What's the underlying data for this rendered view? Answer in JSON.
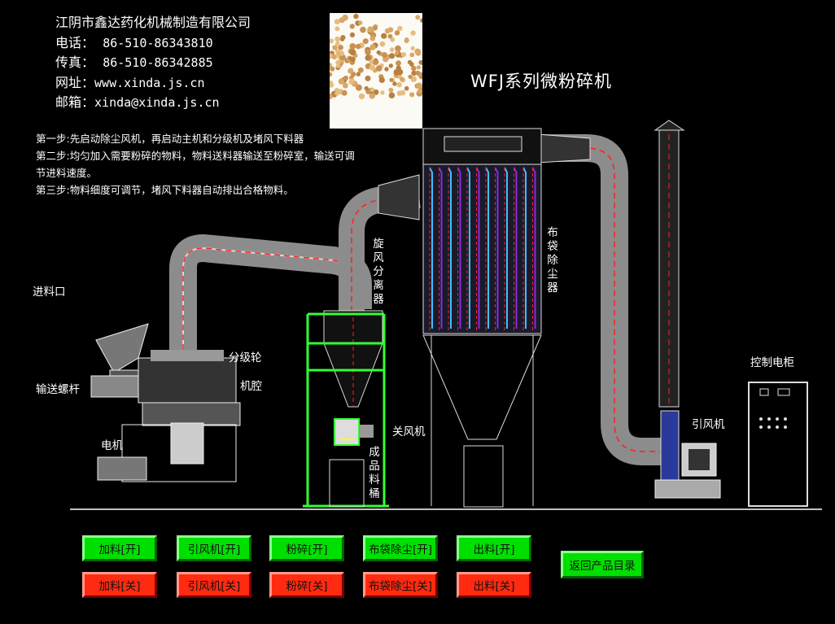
{
  "company": {
    "name": "江阴市鑫达药化机械制造有限公司",
    "phone_label": "电话：",
    "phone": "86-510-86343810",
    "fax_label": "传真：",
    "fax": "86-510-86342885",
    "web_label": "网址：",
    "web": "www.xinda.js.cn",
    "email_label": "邮箱：",
    "email": "xinda@xinda.js.cn"
  },
  "title": "WFJ系列微粉碎机",
  "steps": [
    "第一步:先启动除尘风机，再启动主机和分级机及堵风下料器",
    "第二步:均匀加入需要粉碎的物料，物料送料器输送至粉碎室，输送可调节进料速度。",
    "第三步:物料细度可调节，堵风下料器自动排出合格物料。"
  ],
  "labels": {
    "feed_inlet": "进料口",
    "screw": "输送螺杆",
    "motor": "电机",
    "classifier_wheel": "分级轮",
    "chamber": "机腔",
    "cyclone": "旋风分离器",
    "airlock": "关风机",
    "product_bin": "成品料桶",
    "bag_filter": "布袋除尘器",
    "fan": "引风机",
    "control_cabinet": "控制电柜"
  },
  "buttons": {
    "feed_on": "加料[开]",
    "fan_on": "引风机[开]",
    "mill_on": "粉碎[开]",
    "filter_on": "布袋除尘[开]",
    "discharge_on": "出料[开]",
    "feed_off": "加料[关]",
    "fan_off": "引风机[关]",
    "mill_off": "粉碎[关]",
    "filter_off": "布袋除尘[关]",
    "discharge_off": "出料[关]",
    "back": "返回产品目录"
  },
  "colors": {
    "on": "#00e000",
    "off": "#ff2a10",
    "frame": "#33ff33",
    "flow": "#ff2020",
    "bags": "#8a2be2"
  },
  "icons": {
    "product_photo": "grain-photo"
  }
}
